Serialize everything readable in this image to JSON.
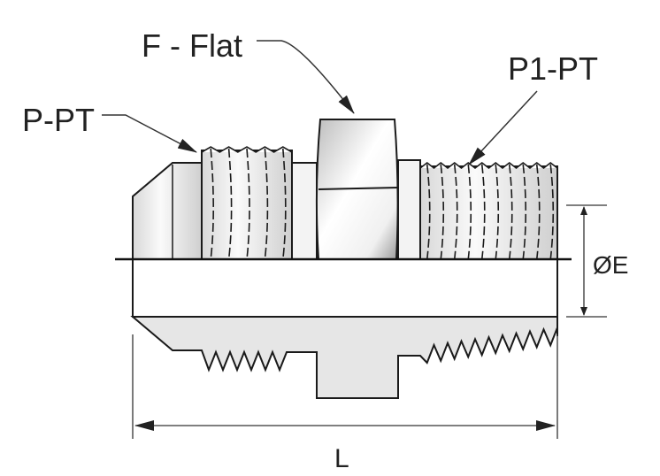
{
  "labels": {
    "flat": "F - Flat",
    "p_pt": "P-PT",
    "p1_pt": "P1-PT",
    "diameter": "ØE",
    "length": "L"
  },
  "colors": {
    "outline": "#1a1a1a",
    "section_fill": "#e6e6e6",
    "body_fill": "#f4f4f4"
  }
}
